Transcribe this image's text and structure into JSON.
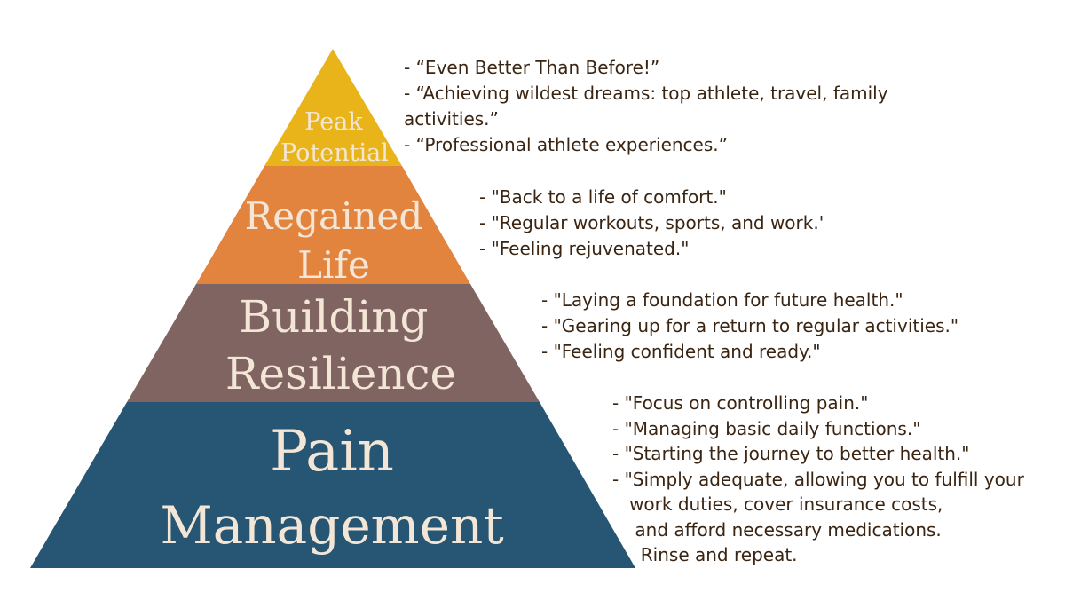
{
  "tiers": [
    {
      "id": "peak",
      "lines": [
        "Peak",
        "Potential"
      ],
      "color": "#e9b41a"
    },
    {
      "id": "regained",
      "lines": [
        "Regained",
        "Life"
      ],
      "color": "#e2843e"
    },
    {
      "id": "building",
      "lines": [
        "Building",
        "Resilience"
      ],
      "color": "#7f6461"
    },
    {
      "id": "pain",
      "lines": [
        "Pain",
        "Management"
      ],
      "color": "#265673"
    }
  ],
  "quotes": {
    "peak": [
      "- “Even Better Than Before!”",
      "- “Achieving wildest dreams: top athlete, travel, family activities.”",
      "- “Professional athlete experiences.”"
    ],
    "regained": [
      "- \"Back to a life of comfort.\"",
      "- \"Regular workouts, sports, and work.'",
      "- \"Feeling rejuvenated.\""
    ],
    "building": [
      "- \"Laying a foundation for future health.\"",
      "- \"Gearing up for a return to regular activities.\"",
      "- \"Feeling confident and ready.\""
    ],
    "pain": [
      "- \"Focus on controlling pain.\"",
      "- \"Managing basic daily functions.\"",
      "- \"Starting the journey to better health.\"",
      "- \"Simply adequate, allowing you to fulfill your",
      "   work duties, cover insurance costs,",
      "    and afford necessary medications.",
      "     Rinse and repeat."
    ]
  }
}
